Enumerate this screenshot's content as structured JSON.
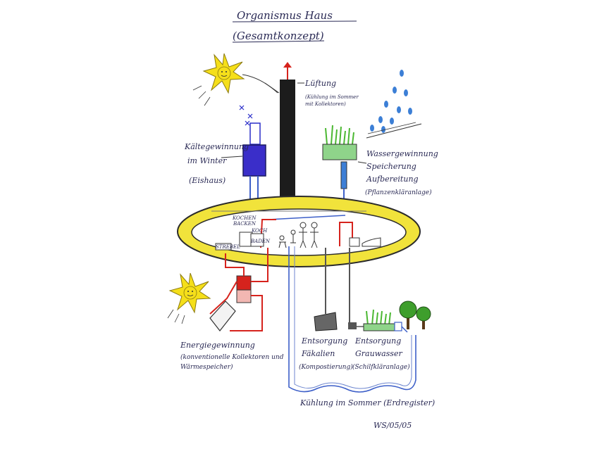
{
  "title": "Organismus Haus",
  "subtitle": "(Gesamtkonzept)",
  "labels": {
    "lueftung": "Lüftung",
    "lueftung_note1": "(Kühlung im Sommer",
    "lueftung_note2": "mit Kollektoren)",
    "kaelte1": "Kältegewinnung",
    "kaelte2": "im Winter",
    "kaelte3": "(Eishaus)",
    "wasser1": "Wassergewinnung",
    "wasser2": "Speicherung",
    "wasser3": "Aufbereitung",
    "wasser4": "(Pflanzenkläranlage)",
    "energie1": "Energiegewinnung",
    "energie2": "(konventionelle Kollektoren und",
    "energie3": "Wärmespeicher)",
    "fekal1": "Entsorgung",
    "fekal2": "Fäkalien",
    "fekal3": "(Kompostierung)",
    "grau1": "Entsorgung",
    "grau2": "Grauwasser",
    "grau3": "(Schilfkläranlage)",
    "kuehlung": "Kühlung im Sommer (Erdregister)",
    "signature": "WS/05/05",
    "room_tag1": "KOCHEN",
    "room_tag2": "BACKEN",
    "room_tag3": "STREBEL",
    "room_tag4": "KOCH",
    "room_tag5": "BADEN"
  },
  "colors": {
    "ellipse_fill": "#f1e33b",
    "ellipse_stroke": "#2b2b2b",
    "sun": "#f5df1a",
    "chimney": "#1c1c1c",
    "ice_box": "#3a2ec9",
    "hot_pipe": "#d6231d",
    "cold_pipe": "#3d5fc8",
    "plants": "#4bb832",
    "rain": "#3c7fd6",
    "tree": "#3e9e2c",
    "ink": "#2a2a55"
  },
  "icons": [
    "sun-icon",
    "rain-drops-icon",
    "tree-icon",
    "people-icon",
    "snowflake-icon"
  ]
}
